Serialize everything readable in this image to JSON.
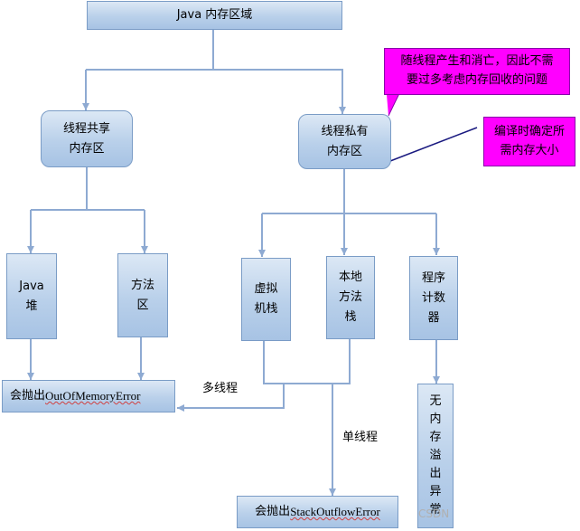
{
  "nodes": {
    "root": "Java 内存区域",
    "shared": "线程共享\n内存区",
    "private": "线程私有\n内存区",
    "heap": "Java\n堆",
    "method_area": "方法\n区",
    "vm_stack": "虚拟\n机栈",
    "native_stack": "本地\n方法\n栈",
    "pc": "程序\n计数\n器",
    "oom": "会抛出 ",
    "oom_name": "OutOfMemoryError",
    "soe": "会抛出 ",
    "soe_name": "StackOutflowError",
    "no_oom": "无\n内\n存\n溢\n出\n异\n常"
  },
  "callouts": {
    "gc": "随线程产生和消亡，因此不需\n要过多考虑内存回收的问题",
    "size": "编译时确定所\n需内存大小"
  },
  "labels": {
    "multi_thread": "多线程",
    "single_thread": "单线程"
  },
  "watermark": "CSDN",
  "colors": {
    "box_fill": "#b9d0ea",
    "connector": "#8eaad2",
    "callout_fill": "#ff00ff",
    "callout_line": "#1a1a80"
  }
}
